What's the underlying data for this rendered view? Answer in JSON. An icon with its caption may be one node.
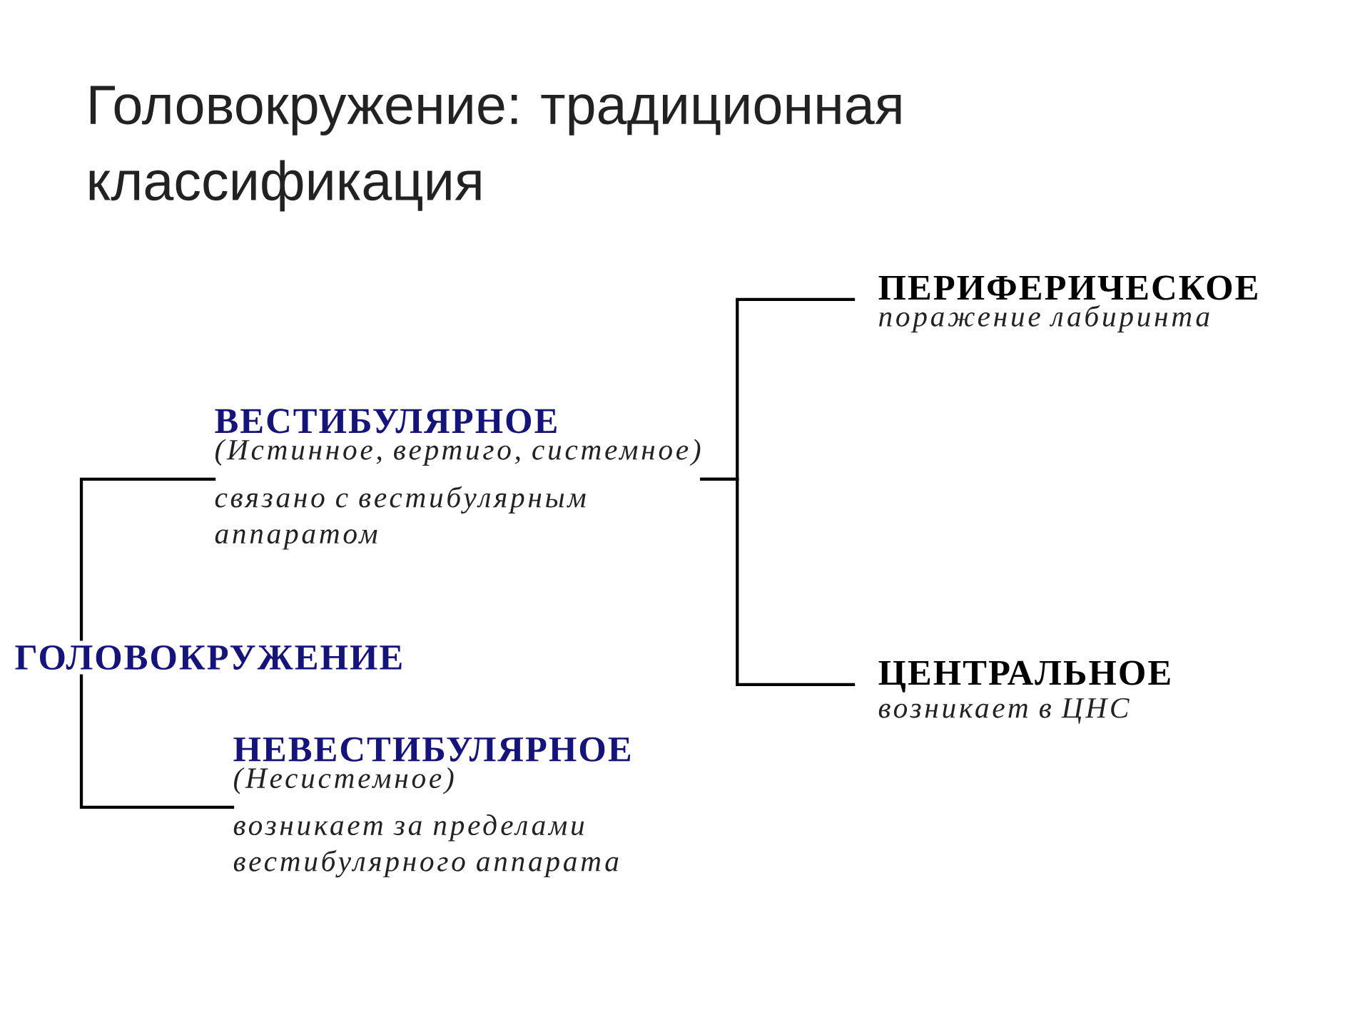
{
  "diagram": {
    "title": "Головокружение: традиционная классификация",
    "nodes": [
      {
        "text": [
          "ГОЛОВОКРУЖЕНИЕ"
        ]
      },
      {
        "text": [
          "ВЕСТИБУЛЯРНОЕ",
          "(Истинное, вертиго, системное)",
          "связано с вестибулярным аппаратом"
        ]
      },
      {
        "text": [
          "НЕВЕСТИБУЛЯРНОЕ",
          "(Несистемное)",
          "возникает за пределами вестибулярного аппарата"
        ]
      },
      {
        "text": [
          "ПЕРИФЕРИЧЕСКОЕ",
          "поражение лабиринта"
        ]
      },
      {
        "text": [
          "ЦЕНТРАЛЬНОЕ",
          "возникает в ЦНС"
        ]
      }
    ],
    "edges": [
      {
        "from": 0,
        "to": 1,
        "arrow": "none"
      },
      {
        "from": 0,
        "to": 2,
        "arrow": "none"
      },
      {
        "from": 1,
        "to": 3,
        "arrow": "none"
      },
      {
        "from": 1,
        "to": 4,
        "arrow": "none"
      }
    ]
  }
}
